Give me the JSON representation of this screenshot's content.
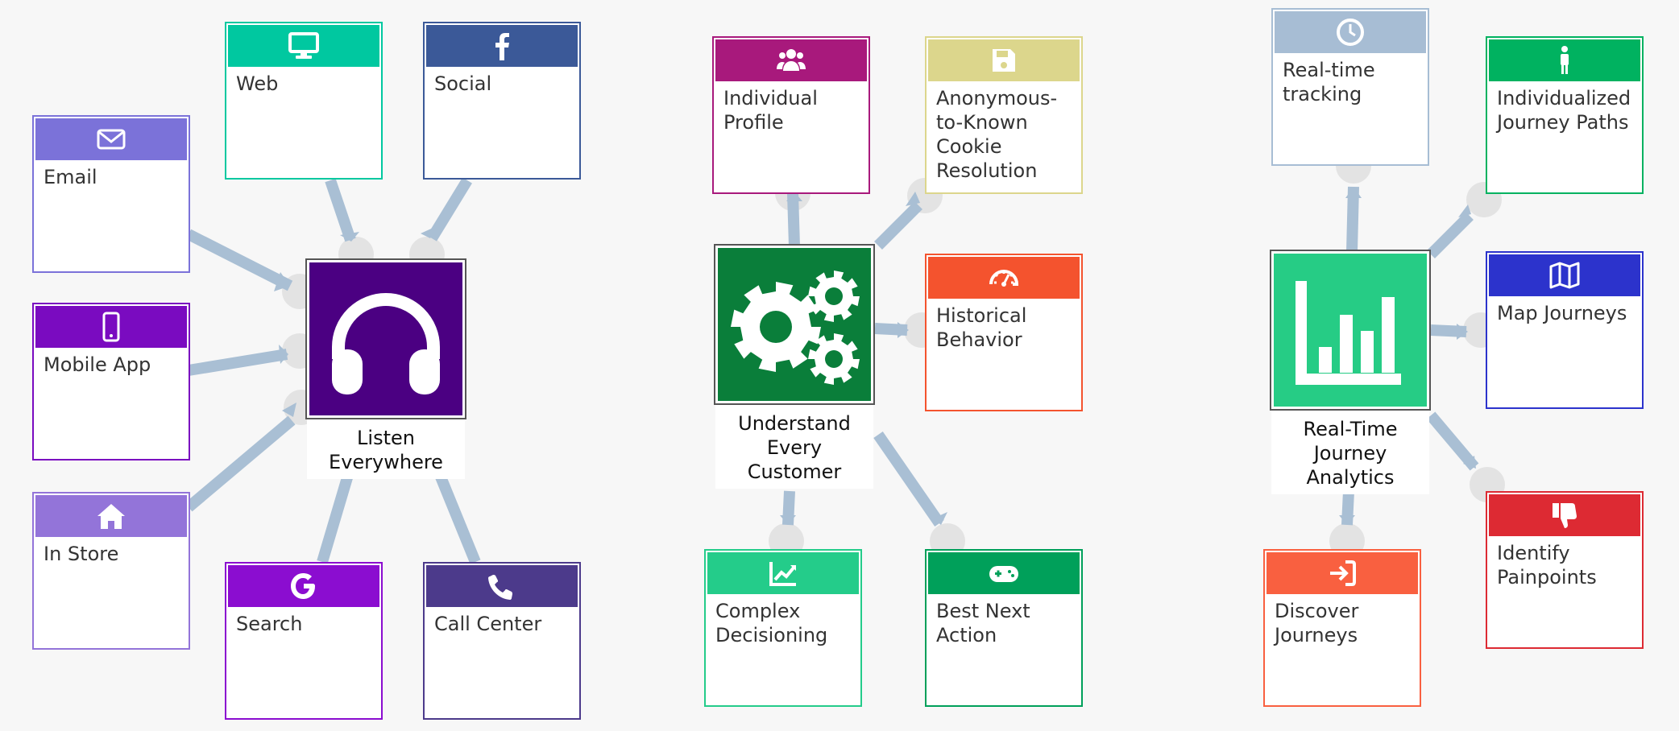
{
  "colors": {
    "connector": "#a9bfd4",
    "connector_end": "#e3e3e3"
  },
  "groups": [
    {
      "hub": {
        "label": "Listen\nEverywhere",
        "icon": "headphones-icon",
        "color": "#4b0082"
      },
      "channels": [
        {
          "label": "Email",
          "icon": "envelope-icon",
          "color": "#7b72d9"
        },
        {
          "label": "Web",
          "icon": "desktop-icon",
          "color": "#00c8a0"
        },
        {
          "label": "Social",
          "icon": "facebook-icon",
          "color": "#3b5998"
        },
        {
          "label": "Mobile App",
          "icon": "mobile-icon",
          "color": "#7a0bc0"
        },
        {
          "label": "In Store",
          "icon": "home-icon",
          "color": "#9374d9"
        },
        {
          "label": "Search",
          "icon": "google-icon",
          "color": "#8b0dd0"
        },
        {
          "label": "Call Center",
          "icon": "phone-icon",
          "color": "#4c3a8b"
        }
      ]
    },
    {
      "hub": {
        "label": "Understand\nEvery\nCustomer",
        "icon": "gears-icon",
        "color": "#0a7e3a"
      },
      "channels": [
        {
          "label": "Individual\nProfile",
          "icon": "users-icon",
          "color": "#a8197c"
        },
        {
          "label": "Anonymous-\nto-Known\nCookie\nResolution",
          "icon": "floppy-disk-icon",
          "color": "#dcd68c"
        },
        {
          "label": "Historical\nBehavior",
          "icon": "speedometer-icon",
          "color": "#f4532e"
        },
        {
          "label": "Complex\nDecisioning",
          "icon": "chart-line-icon",
          "color": "#24cc8a"
        },
        {
          "label": "Best Next\nAction",
          "icon": "gamepad-icon",
          "color": "#00a05a"
        }
      ]
    },
    {
      "hub": {
        "label": "Real-Time\nJourney\nAnalytics",
        "icon": "bar-chart-icon",
        "color": "#26cc85"
      },
      "channels": [
        {
          "label": "Real-time\ntracking",
          "icon": "clock-icon",
          "color": "#a7bdd4"
        },
        {
          "label": "Individualized\nJourney Paths",
          "icon": "person-icon",
          "color": "#00b260"
        },
        {
          "label": "Map Journeys",
          "icon": "map-icon",
          "color": "#2c33cc"
        },
        {
          "label": "Identify\nPainpoints",
          "icon": "thumbs-down-icon",
          "color": "#dd2a33"
        },
        {
          "label": "Discover\nJourneys",
          "icon": "sign-in-icon",
          "color": "#f96040"
        }
      ]
    }
  ]
}
